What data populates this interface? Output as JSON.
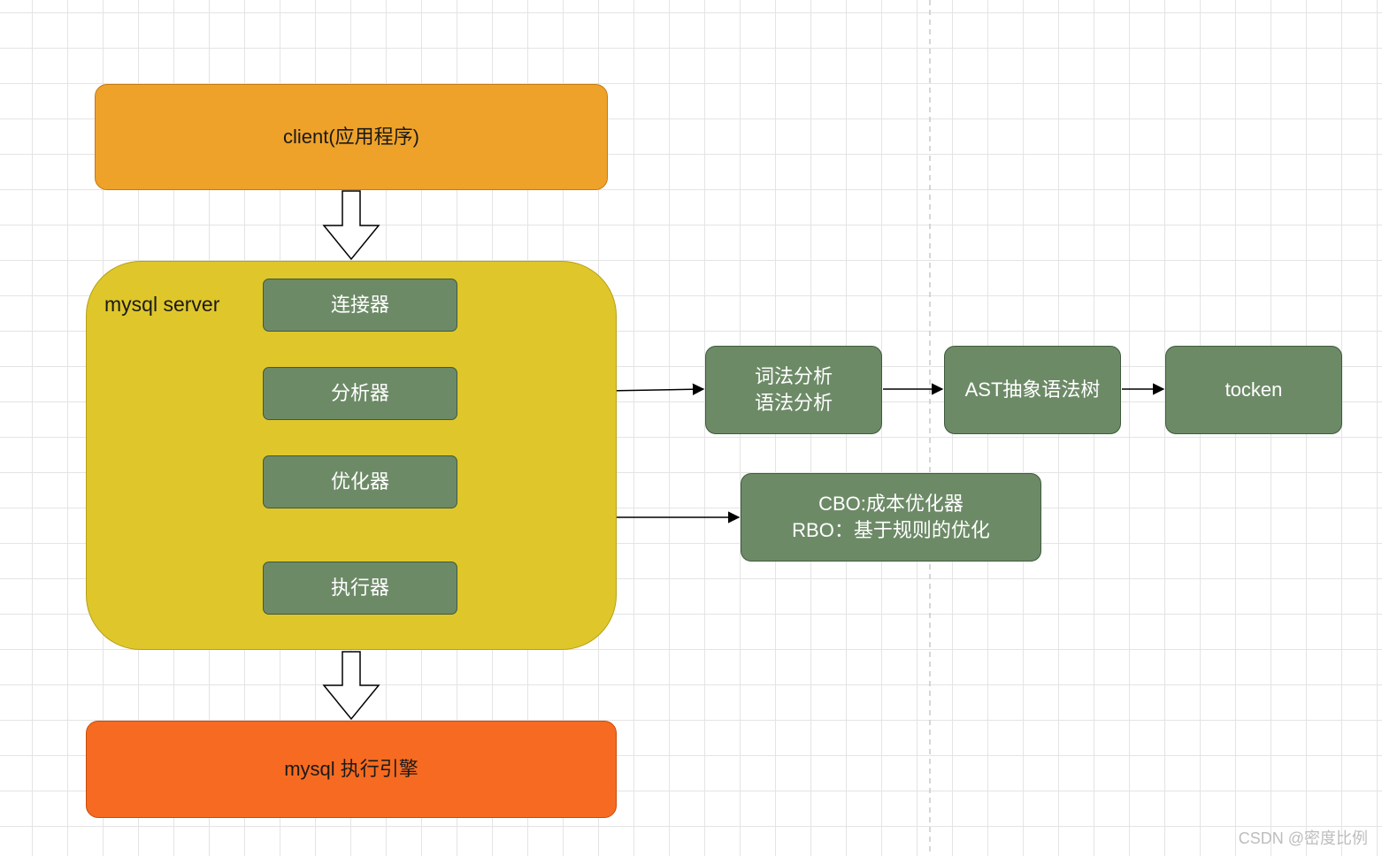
{
  "nodes": {
    "client": "client(应用程序)",
    "server": "mysql server",
    "connector": "连接器",
    "analyzer": "分析器",
    "optimizer": "优化器",
    "executor": "执行器",
    "engine": "mysql 执行引擎",
    "lexical_line1": "词法分析",
    "lexical_line2": "语法分析",
    "ast": "AST抽象语法树",
    "token": "tocken",
    "optimizer_note_line1": "CBO:成本优化器",
    "optimizer_note_line2": "RBO：基于规则的优化"
  },
  "watermark": "CSDN @密度比例",
  "colors": {
    "client_fill": "#eea22a",
    "server_fill": "#dfc62a",
    "engine_fill": "#f66b21",
    "node_fill": "#6d8a67",
    "edge": "#000000",
    "grid": "#e4e4e4",
    "divider": "#c8c8c8"
  }
}
